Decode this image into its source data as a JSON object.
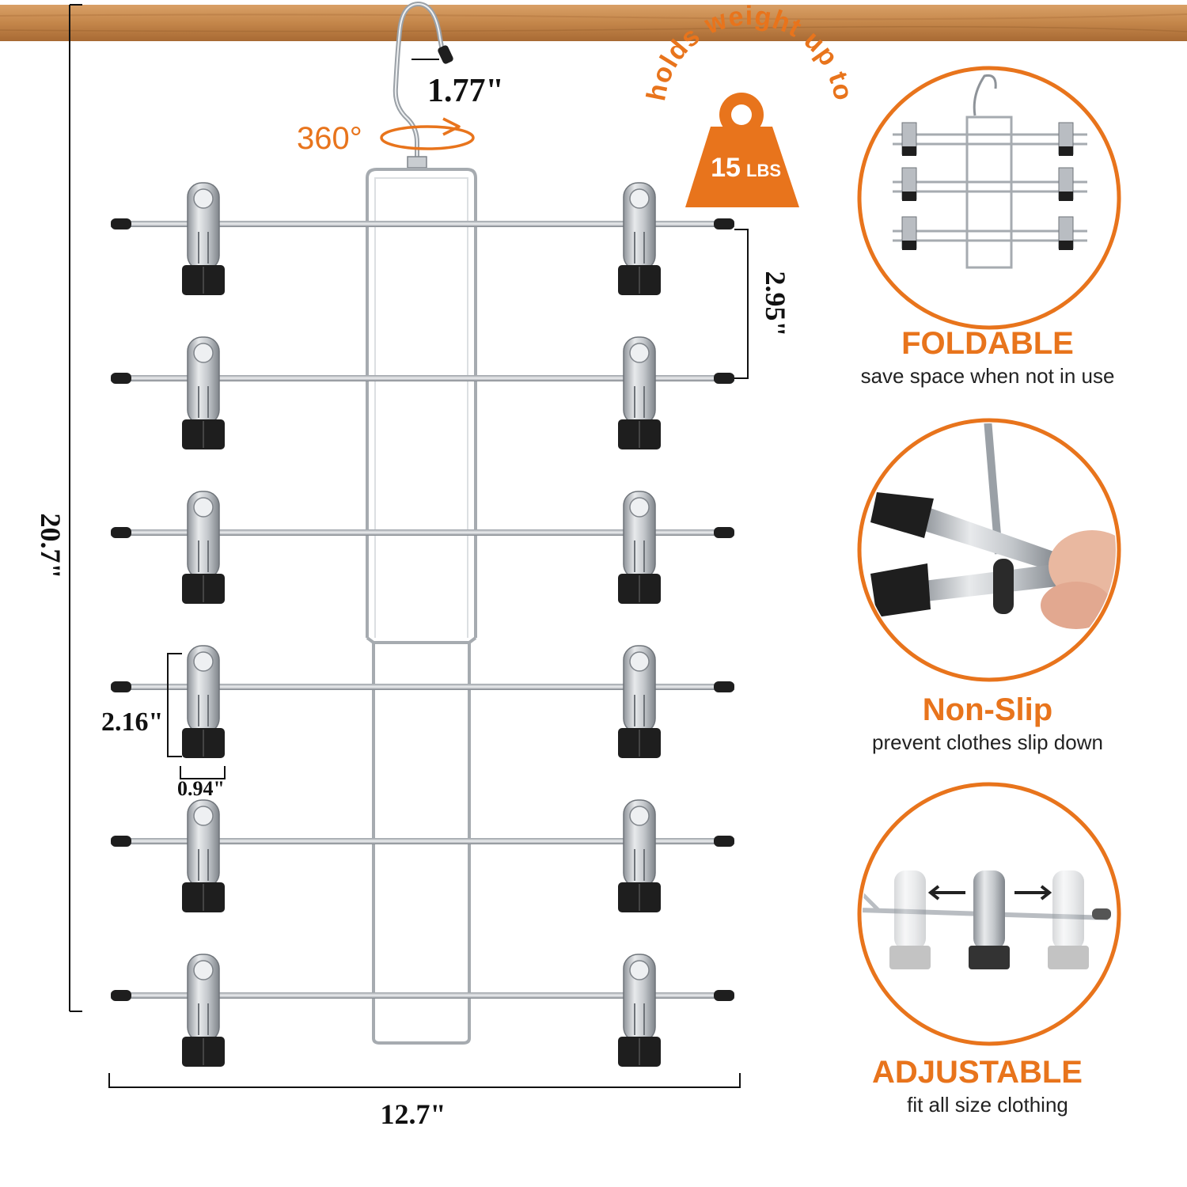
{
  "dimensions": {
    "hook_height": "1.77\"",
    "rotation": "360°",
    "rung_spacing": "2.95\"",
    "total_height": "20.7\"",
    "clip_height": "2.16\"",
    "clip_width": "0.94\"",
    "total_width": "12.7\""
  },
  "weight_badge": {
    "arc_text": "holds weight up to",
    "value": "15",
    "unit": "LBS"
  },
  "features": [
    {
      "title": "FOLDABLE",
      "subtitle": "save space when not in use",
      "icon": "folded-hanger-photo"
    },
    {
      "title": "Non-Slip",
      "subtitle": "prevent clothes slip down",
      "icon": "clip-closeup-photo"
    },
    {
      "title": "ADJUSTABLE",
      "subtitle": "fit all size clothing",
      "icon": "sliding-clips-photo"
    }
  ],
  "colors": {
    "accent": "#e8741c",
    "rod_wood": "#c98a4e",
    "chrome": "#b9bdc2",
    "rubber": "#1e1e1e"
  },
  "rungs": 6
}
